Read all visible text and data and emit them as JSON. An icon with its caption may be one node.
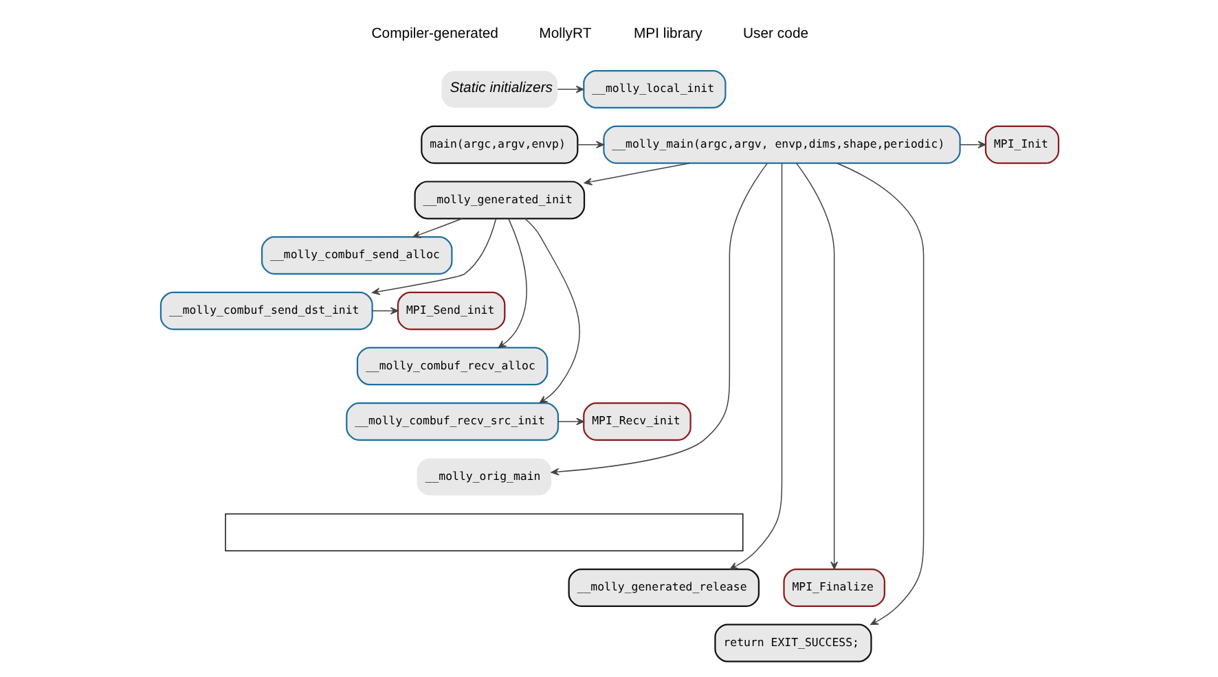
{
  "diagram": {
    "nodes": [
      {
        "text": [
          "Static initializers"
        ]
      },
      {
        "text": [
          "__molly_local_init"
        ]
      },
      {
        "text": [
          "main(argc,argv,envp)"
        ]
      },
      {
        "text": [
          "__molly_main(argc,argv, envp,dims,shape,periodic)"
        ]
      },
      {
        "text": [
          "MPI_Init"
        ]
      },
      {
        "text": [
          "__molly_generated_init"
        ]
      },
      {
        "text": [
          "__molly_combuf_send_alloc"
        ]
      },
      {
        "text": [
          "__molly_combuf_send_dst_init"
        ]
      },
      {
        "text": [
          "MPI_Send_init"
        ]
      },
      {
        "text": [
          "__molly_combuf_recv_alloc"
        ]
      },
      {
        "text": [
          "__molly_combuf_recv_src_init"
        ]
      },
      {
        "text": [
          "MPI_Recv_init"
        ]
      },
      {
        "text": [
          "__molly_orig_main"
        ]
      },
      {
        "text": [],
        "shape": "box"
      },
      {
        "text": [
          "__molly_generated_release"
        ]
      },
      {
        "text": [
          "MPI_Finalize"
        ]
      },
      {
        "text": [
          "return EXIT_SUCCESS;"
        ]
      }
    ],
    "edges": [
      {
        "from": 0,
        "to": 1,
        "arrow": "to"
      },
      {
        "from": 2,
        "to": 3,
        "arrow": "to"
      },
      {
        "from": 3,
        "to": 4,
        "arrow": "to"
      },
      {
        "from": 3,
        "to": 5,
        "arrow": "to"
      },
      {
        "from": 5,
        "to": 6,
        "arrow": "to"
      },
      {
        "from": 5,
        "to": 7,
        "arrow": "to"
      },
      {
        "from": 5,
        "to": 9,
        "arrow": "to"
      },
      {
        "from": 5,
        "to": 10,
        "arrow": "to"
      },
      {
        "from": 7,
        "to": 8,
        "arrow": "to"
      },
      {
        "from": 10,
        "to": 11,
        "arrow": "to"
      },
      {
        "from": 3,
        "to": 12,
        "arrow": "to"
      },
      {
        "from": 3,
        "to": 14,
        "arrow": "to"
      },
      {
        "from": 3,
        "to": 15,
        "arrow": "to"
      },
      {
        "from": 3,
        "to": 16,
        "arrow": "to"
      }
    ],
    "labels": [
      "Compiler-generated",
      "MollyRT",
      "MPI library",
      "User code"
    ]
  }
}
